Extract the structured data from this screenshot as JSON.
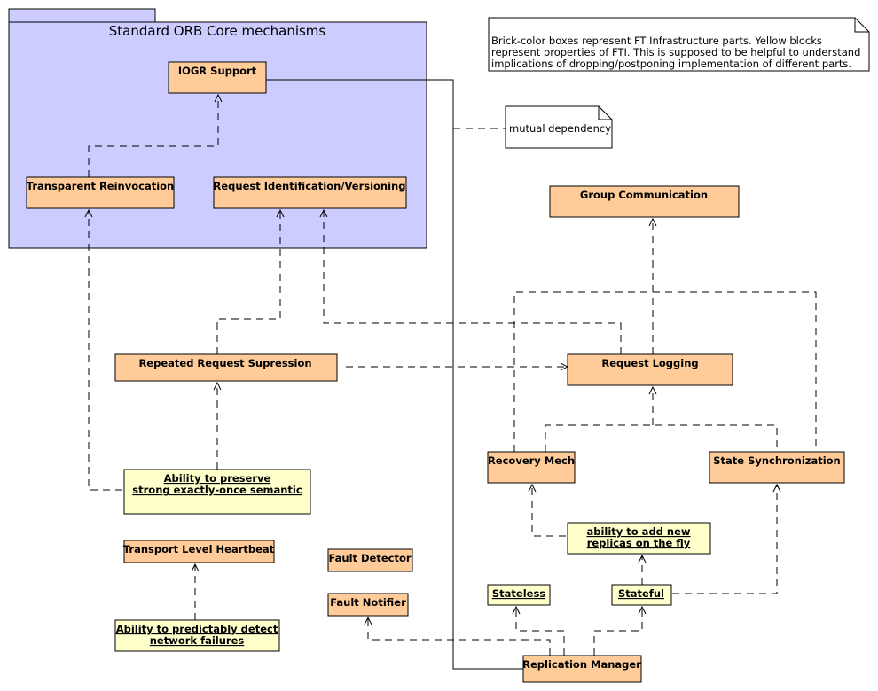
{
  "package": {
    "title": "Standard ORB Core mechanisms"
  },
  "boxes": {
    "iogr": "IOGR Support",
    "transparent_reinvocation": "Transparent Reinvocation",
    "request_identification": "Request Identification/Versioning",
    "group_communication": "Group Communication",
    "repeated_request": "Repeated Request Supression",
    "request_logging": "Request Logging",
    "recovery_mech": "Recovery Mech",
    "state_sync": "State Synchronization",
    "transport_heartbeat": "Transport Level Heartbeat",
    "fault_detector": "Fault Detector",
    "fault_notifier": "Fault Notifier",
    "replication_manager": "Replication Manager"
  },
  "properties": {
    "exactly_once": [
      "Ability to preserve",
      "strong exactly-once semantic"
    ],
    "add_replicas": [
      "ability to add new",
      "replicas on the fly"
    ],
    "stateless": "Stateless",
    "stateful": "Stateful",
    "detect_failures": [
      "Ability to predictably detect",
      "network failures"
    ]
  },
  "notes": {
    "legend": [
      "Brick-color boxes represent FT Infrastructure parts. Yellow blocks",
      "represent properties of FTI. This is supposed to be helpful to understand",
      "implications of dropping/postponing implementation of different parts."
    ],
    "mutual": "mutual dependency"
  },
  "colors": {
    "package_fill": "#ccccff",
    "brick": "#ffcc99",
    "yellow": "#ffffcc",
    "note": "#ffffff"
  }
}
